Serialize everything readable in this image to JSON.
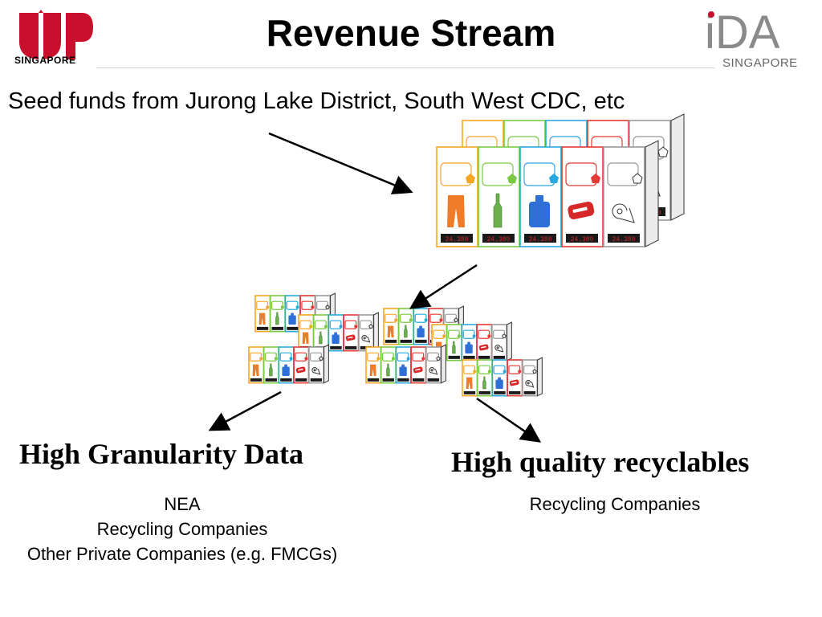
{
  "title": "Revenue Stream",
  "logos": {
    "left_org_text": "SINGAPORE",
    "right_org_mark": "iDA",
    "right_org_text": "SINGAPORE"
  },
  "seed_text": "Seed funds from Jurong Lake District, South West CDC, etc",
  "machine": {
    "bin_colors": [
      "#f5a623",
      "#7ac943",
      "#29a8e0",
      "#e53935",
      "#999999"
    ],
    "display_text": "24.380"
  },
  "outputs": {
    "left": {
      "heading": "High Granularity Data",
      "items": [
        "NEA",
        "Recycling Companies",
        "Other Private Companies (e.g. FMCGs)"
      ]
    },
    "right": {
      "heading": "High quality recyclables",
      "items": [
        "Recycling Companies"
      ]
    }
  }
}
